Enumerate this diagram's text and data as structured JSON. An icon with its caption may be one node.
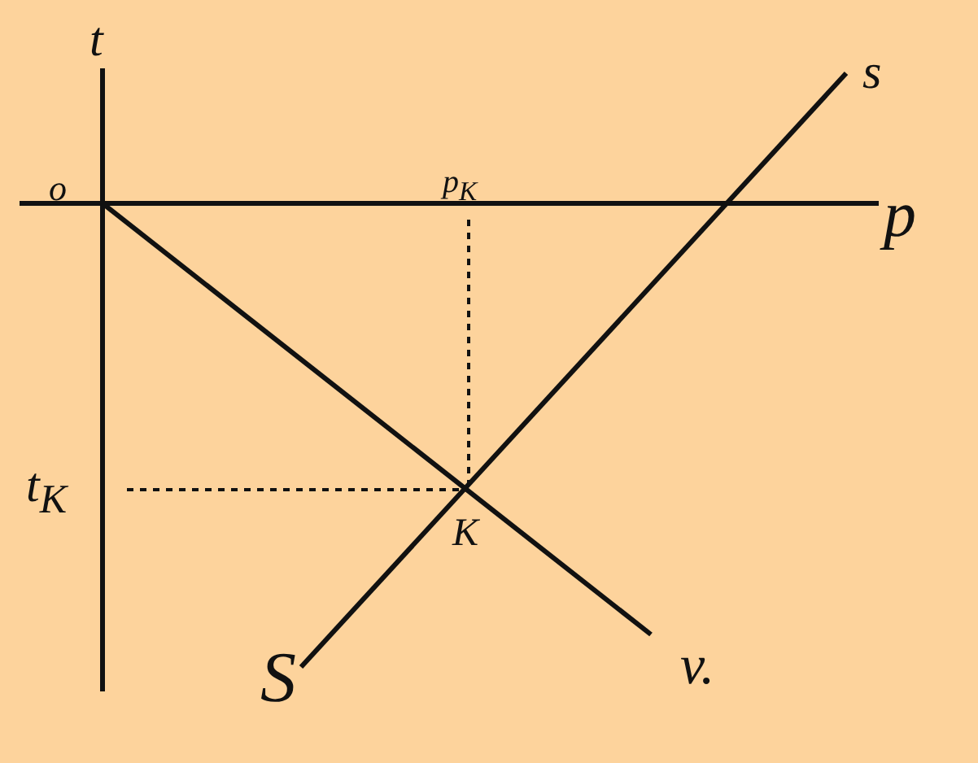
{
  "diagram": {
    "labels": [
      "t",
      "o",
      "p$_{K}$",
      "p",
      "s",
      "t$_{K}$",
      "K",
      "S",
      "v."
    ]
  }
}
